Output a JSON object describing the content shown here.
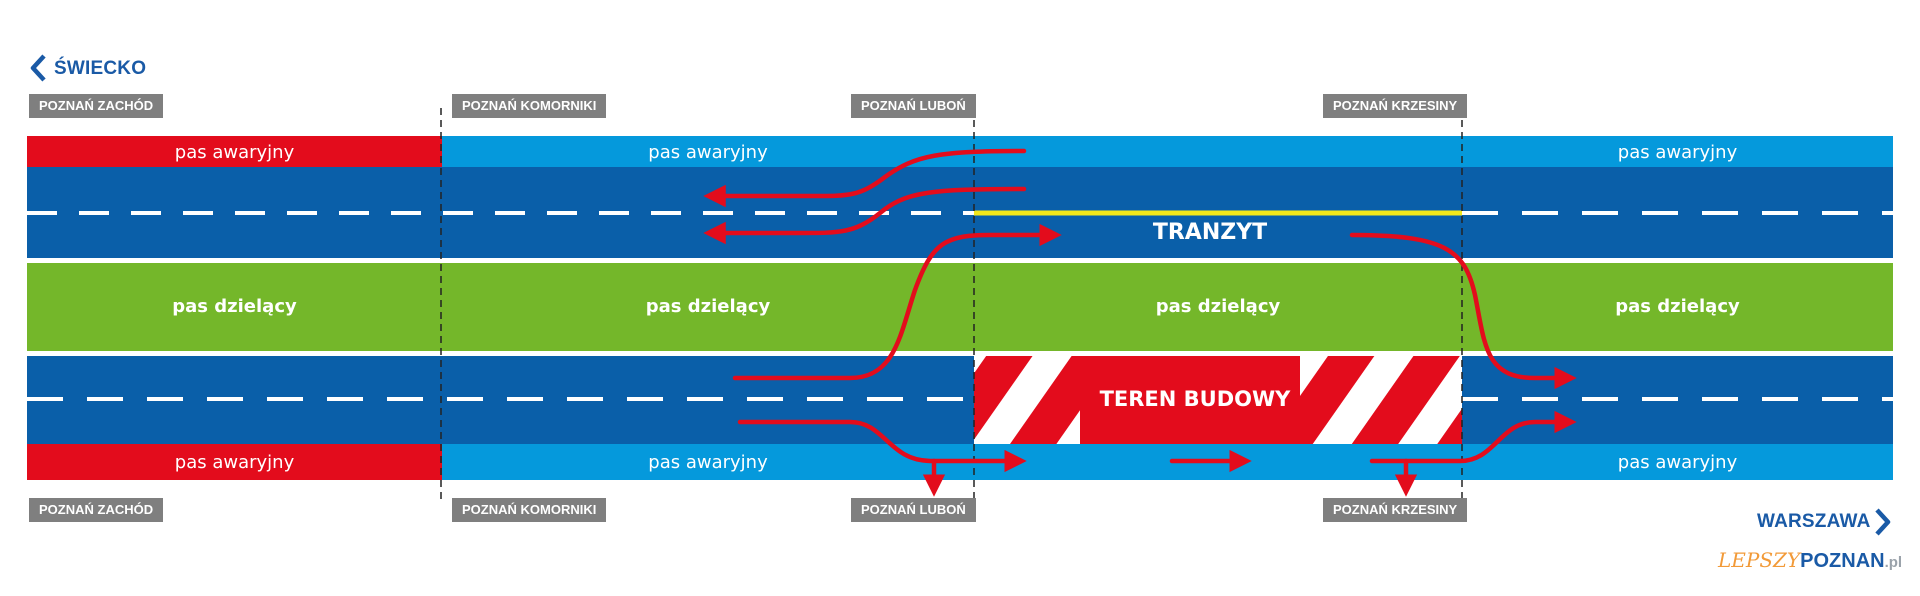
{
  "directions": {
    "left": "ŚWIECKO",
    "right": "WARSZAWA"
  },
  "top_labels": [
    "POZNAŃ ZACHÓD",
    "POZNAŃ KOMORNIKI",
    "POZNAŃ LUBOŃ",
    "POZNAŃ KRZESINY"
  ],
  "bottom_labels": [
    "POZNAŃ ZACHÓD",
    "POZNAŃ KOMORNIKI",
    "POZNAŃ LUBOŃ",
    "POZNAŃ KRZESINY"
  ],
  "shoulder_label": "pas awaryjny",
  "median_label": "pas dzielący",
  "transit_label": "TRANZYT",
  "construction_label": "TEREN BUDOWY",
  "logo": {
    "part1": "LEPSZY",
    "part2": "POZNAN",
    "part3": ".pl"
  },
  "colors": {
    "shoulder": "#0599dc",
    "shoulder_closed": "#e30c1c",
    "carriageway": "#0a5fa9",
    "median": "#74b72a",
    "construction": "#e30c1c",
    "arrow": "#e30c1c",
    "transit_line": "#f2e71a",
    "label_bg": "#7f7f7f"
  }
}
